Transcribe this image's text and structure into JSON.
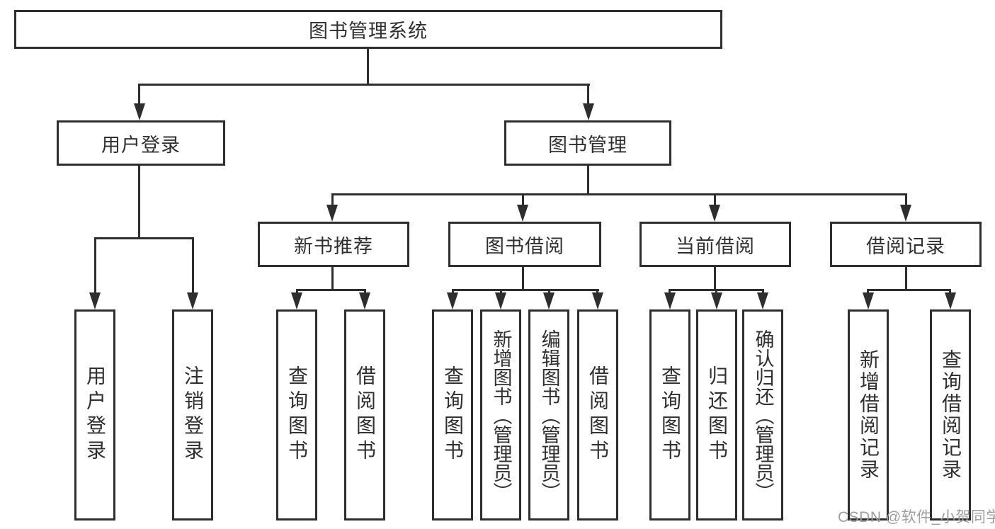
{
  "diagram_type": "functional-structure-tree",
  "colors": {
    "line": "#2e2e2e",
    "box_border": "#2e2e2e",
    "text": "#2f2f2f",
    "background": "#ffffff",
    "watermark": "#9e9e9e"
  },
  "tree": {
    "root": "图书管理系统",
    "user_login": {
      "label": "用户登录",
      "children": [
        "用户登录",
        "注销登录"
      ]
    },
    "book_management": {
      "label": "图书管理",
      "children": {
        "new_books": {
          "label": "新书推荐",
          "children": [
            "查询图书",
            "借阅图书"
          ]
        },
        "borrowing": {
          "label": "图书借阅",
          "children": [
            "查询图书",
            "新增图书（管理员）",
            "编辑图书（管理员）",
            "借阅图书"
          ]
        },
        "current": {
          "label": "当前借阅",
          "children": [
            "查询图书",
            "归还图书",
            "确认归还（管理员）"
          ]
        },
        "records": {
          "label": "借阅记录",
          "children": [
            "新增借阅记录",
            "查询借阅记录"
          ]
        }
      }
    }
  },
  "watermark": "CSDN @软件_小贺同学"
}
